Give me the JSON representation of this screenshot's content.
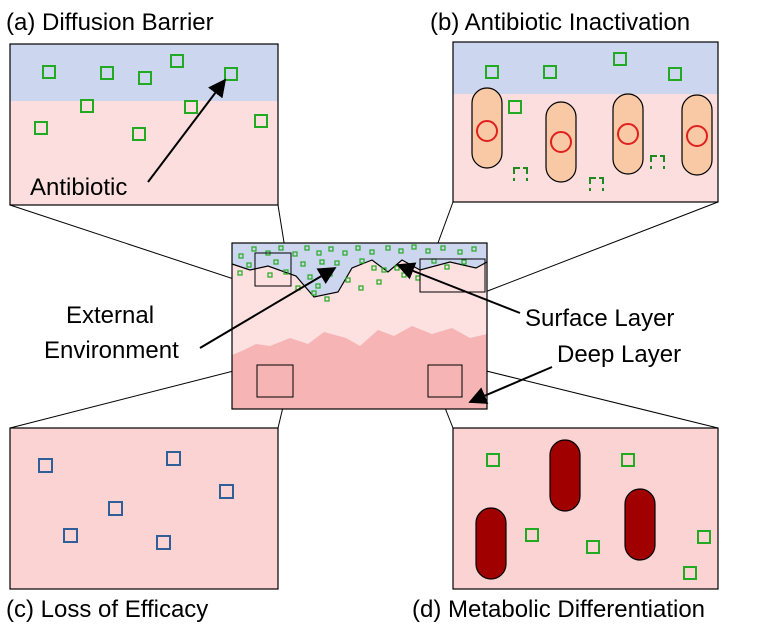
{
  "panels": {
    "a": {
      "title": "(a) Diffusion Barrier",
      "annotation": "Antibiotic"
    },
    "b": {
      "title": "(b) Antibiotic Inactivation"
    },
    "c": {
      "title": "(c) Loss of Efficacy"
    },
    "d": {
      "title": "(d) Metabolic Differentiation"
    }
  },
  "center": {
    "external_label_line1": "External",
    "external_label_line2": "Environment",
    "surface_label": "Surface Layer",
    "deep_label": "Deep Layer"
  },
  "colors": {
    "environment": "#ccd6ee",
    "surface_layer": "#fde0e0",
    "deep_layer": "#f6b4b4",
    "panel_biofilm": "#fcd3d3",
    "antibiotic_active": "#22aa22",
    "antibiotic_inactive": "#2f5f98",
    "cell_active": "#f8c9a4",
    "enzyme": "#e02020",
    "cell_dormant": "#a00000"
  },
  "icons": [
    "antibiotic-square-icon",
    "inactivated-antibiotic-icon",
    "bacterial-cell-icon",
    "enzyme-icon",
    "dormant-cell-icon",
    "arrow-icon"
  ]
}
